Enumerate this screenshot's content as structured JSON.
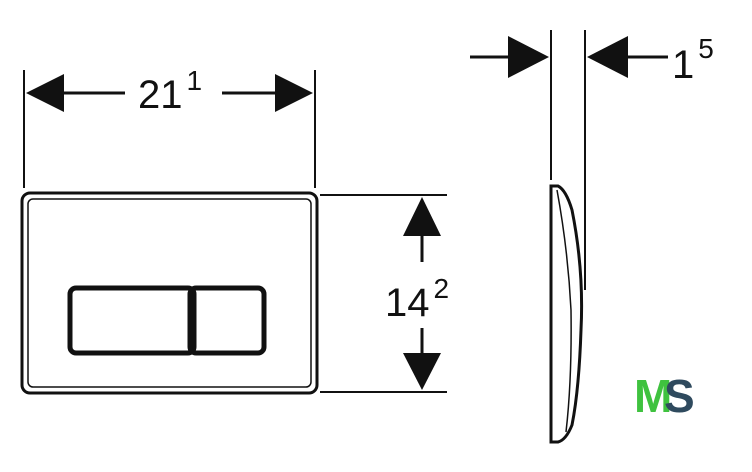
{
  "dimensions": {
    "width": {
      "main": "21",
      "sup": "1"
    },
    "height": {
      "main": "14",
      "sup": "2"
    },
    "depth": {
      "main": "1",
      "sup": "5"
    }
  },
  "logo": {
    "letter_1": "M",
    "letter_2": "S",
    "color_1": "#3fc23f",
    "color_2": "#2f4a5e"
  },
  "colors": {
    "line": "#111111",
    "background": "#ffffff"
  }
}
